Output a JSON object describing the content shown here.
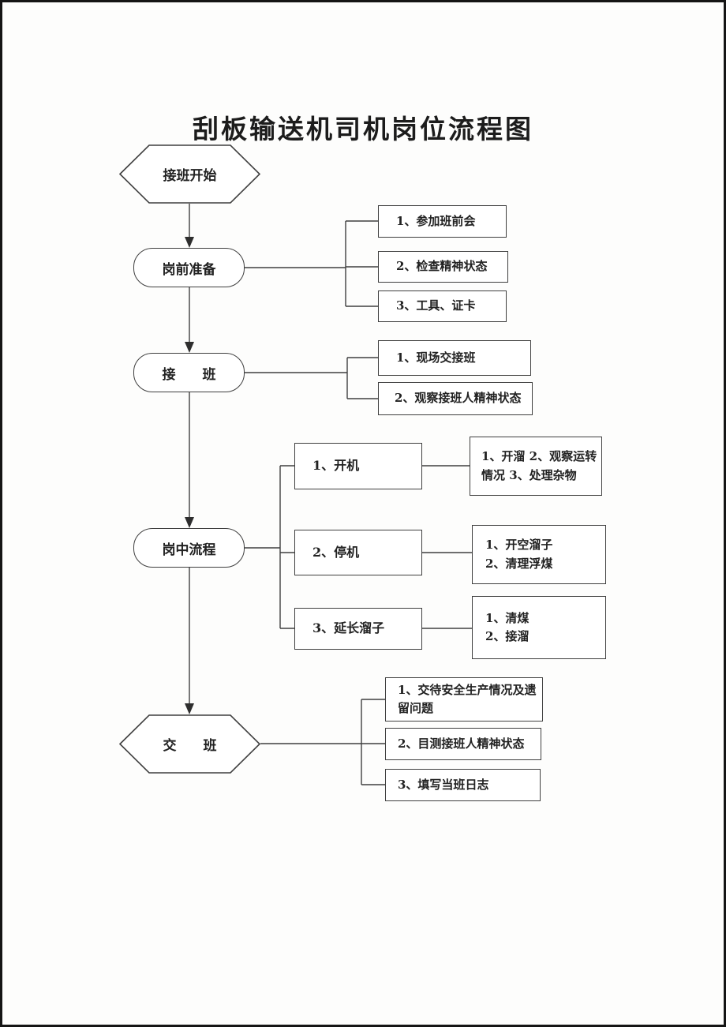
{
  "title": "刮板输送机司机岗位流程图",
  "nodes": {
    "start": "接班开始",
    "pre_shift": "岗前准备",
    "take_over": "接　　班",
    "mid_shift": "岗中流程",
    "hand_over": "交　　班"
  },
  "pre_shift_items": [
    "1、参加班前会",
    "2、检查精神状态",
    "3、工具、证卡"
  ],
  "take_over_items": [
    "1、现场交接班",
    "2、观察接班人精神状态"
  ],
  "mid_shift_steps": [
    "1、开机",
    "2、停机",
    "3、延长溜子"
  ],
  "mid_shift_details": [
    "1、开溜 2、观察运转\n情况 3、处理杂物",
    "1、开空溜子\n2、清理浮煤",
    "1、清煤\n2、接溜"
  ],
  "hand_over_items": [
    "1、交待安全生产情况及遗\n留问题",
    "2、目测接班人精神状态",
    "3、填写当班日志"
  ]
}
